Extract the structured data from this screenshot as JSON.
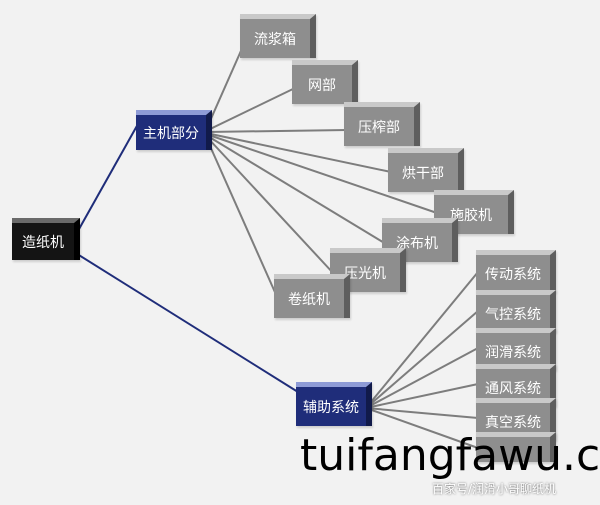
{
  "diagram": {
    "root": {
      "label": "造纸机"
    },
    "main_part": {
      "label": "主机部分"
    },
    "aux_system": {
      "label": "辅助系统"
    },
    "main_children": [
      {
        "label": "流浆箱"
      },
      {
        "label": "网部"
      },
      {
        "label": "压榨部"
      },
      {
        "label": "烘干部"
      },
      {
        "label": "施胶机"
      },
      {
        "label": "涂布机"
      },
      {
        "label": "压光机"
      },
      {
        "label": "卷纸机"
      }
    ],
    "aux_children": [
      {
        "label": "传动系统"
      },
      {
        "label": "气控系统"
      },
      {
        "label": "润滑系统"
      },
      {
        "label": "通风系统"
      },
      {
        "label": "真空系统"
      },
      {
        "label": ""
      }
    ]
  },
  "watermark": {
    "domain_text": "tuifangfawu.c",
    "account_text": "百家号/润滑小哥聊纸机"
  },
  "colors": {
    "gray_box": "#8e8e8e",
    "blue_box": "#1f2d7a",
    "black_box": "#141414",
    "connector_blue": "#1f2d7a",
    "connector_gray": "#7d7d7d"
  }
}
